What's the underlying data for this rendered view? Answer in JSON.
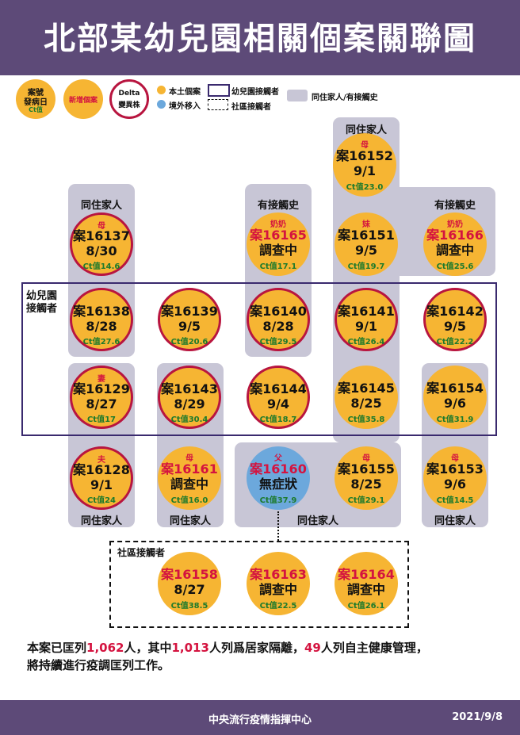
{
  "title": "北部某幼兒園相關個案關聯圖",
  "legend": {
    "case_no": "案號",
    "onset": "發病日",
    "ct": "Ct值",
    "new_case": "新增個案",
    "delta_line1": "Delta",
    "delta_line2": "變異株",
    "local": "本土個案",
    "imported": "境外移入",
    "kindergarten_contact": "幼兒園接觸者",
    "community_contact": "社區接觸者",
    "household": "同住家人/有接觸史"
  },
  "labels": {
    "kindergarten_contacts": "幼兒園接觸者",
    "community_contacts": "社區接觸者",
    "household": "同住家人",
    "contact_history": "有接觸史"
  },
  "cases": {
    "c16152": {
      "rel": "母",
      "id": "案16152",
      "date": "9/1",
      "ct": "Ct值23.0"
    },
    "c16137": {
      "rel": "母",
      "id": "案16137",
      "date": "8/30",
      "ct": "Ct值14.6"
    },
    "c16165": {
      "rel": "奶奶",
      "id": "案16165",
      "date": "調查中",
      "ct": "Ct值17.1"
    },
    "c16151": {
      "rel": "妹",
      "id": "案16151",
      "date": "9/5",
      "ct": "Ct值19.7"
    },
    "c16166": {
      "rel": "奶奶",
      "id": "案16166",
      "date": "調查中",
      "ct": "Ct值25.6"
    },
    "c16138": {
      "id": "案16138",
      "date": "8/28",
      "ct": "Ct值27.6"
    },
    "c16139": {
      "id": "案16139",
      "date": "9/5",
      "ct": "Ct值20.6"
    },
    "c16140": {
      "id": "案16140",
      "date": "8/28",
      "ct": "Ct值29.5"
    },
    "c16141": {
      "id": "案16141",
      "date": "9/1",
      "ct": "Ct值26.4"
    },
    "c16142": {
      "id": "案16142",
      "date": "9/5",
      "ct": "Ct值22.2"
    },
    "c16129": {
      "rel": "妻",
      "id": "案16129",
      "date": "8/27",
      "ct": "Ct值17"
    },
    "c16143": {
      "id": "案16143",
      "date": "8/29",
      "ct": "Ct值30.4"
    },
    "c16144": {
      "id": "案16144",
      "date": "9/4",
      "ct": "Ct值18.7"
    },
    "c16145": {
      "id": "案16145",
      "date": "8/25",
      "ct": "Ct值35.8"
    },
    "c16154": {
      "id": "案16154",
      "date": "9/6",
      "ct": "Ct值31.9"
    },
    "c16128": {
      "rel": "夫",
      "id": "案16128",
      "date": "9/1",
      "ct": "Ct值24"
    },
    "c16161": {
      "rel": "母",
      "id": "案16161",
      "date": "調查中",
      "ct": "Ct值16.0"
    },
    "c16160": {
      "rel": "父",
      "id": "案16160",
      "date": "無症狀",
      "ct": "Ct值37.9"
    },
    "c16155": {
      "rel": "母",
      "id": "案16155",
      "date": "8/25",
      "ct": "Ct值29.1"
    },
    "c16153": {
      "rel": "母",
      "id": "案16153",
      "date": "9/6",
      "ct": "Ct值14.5"
    },
    "c16158": {
      "id": "案16158",
      "date": "8/27",
      "ct": "Ct值38.5"
    },
    "c16163": {
      "id": "案16163",
      "date": "調查中",
      "ct": "Ct值22.5"
    },
    "c16164": {
      "id": "案16164",
      "date": "調查中",
      "ct": "Ct值26.1"
    }
  },
  "note": {
    "p1": "本案已匡列",
    "n1": "1,062",
    "p2": "人，其中",
    "n2": "1,013",
    "p3": "人列爲居家隔離，",
    "n3": "49",
    "p4": "人列自主健康管理，",
    "line2": "將持續進行疫調匡列工作。"
  },
  "footer": {
    "source": "中央流行疫情指揮中心",
    "date": "2021/9/8"
  },
  "colors": {
    "header": "#5d4a78",
    "local_case": "#f6b533",
    "imported_case": "#6ca8dc",
    "delta_ring": "#b8153f",
    "new_case_text": "#d4133f",
    "ct_text": "#1d7a2c",
    "panel": "#c8c6d6"
  }
}
